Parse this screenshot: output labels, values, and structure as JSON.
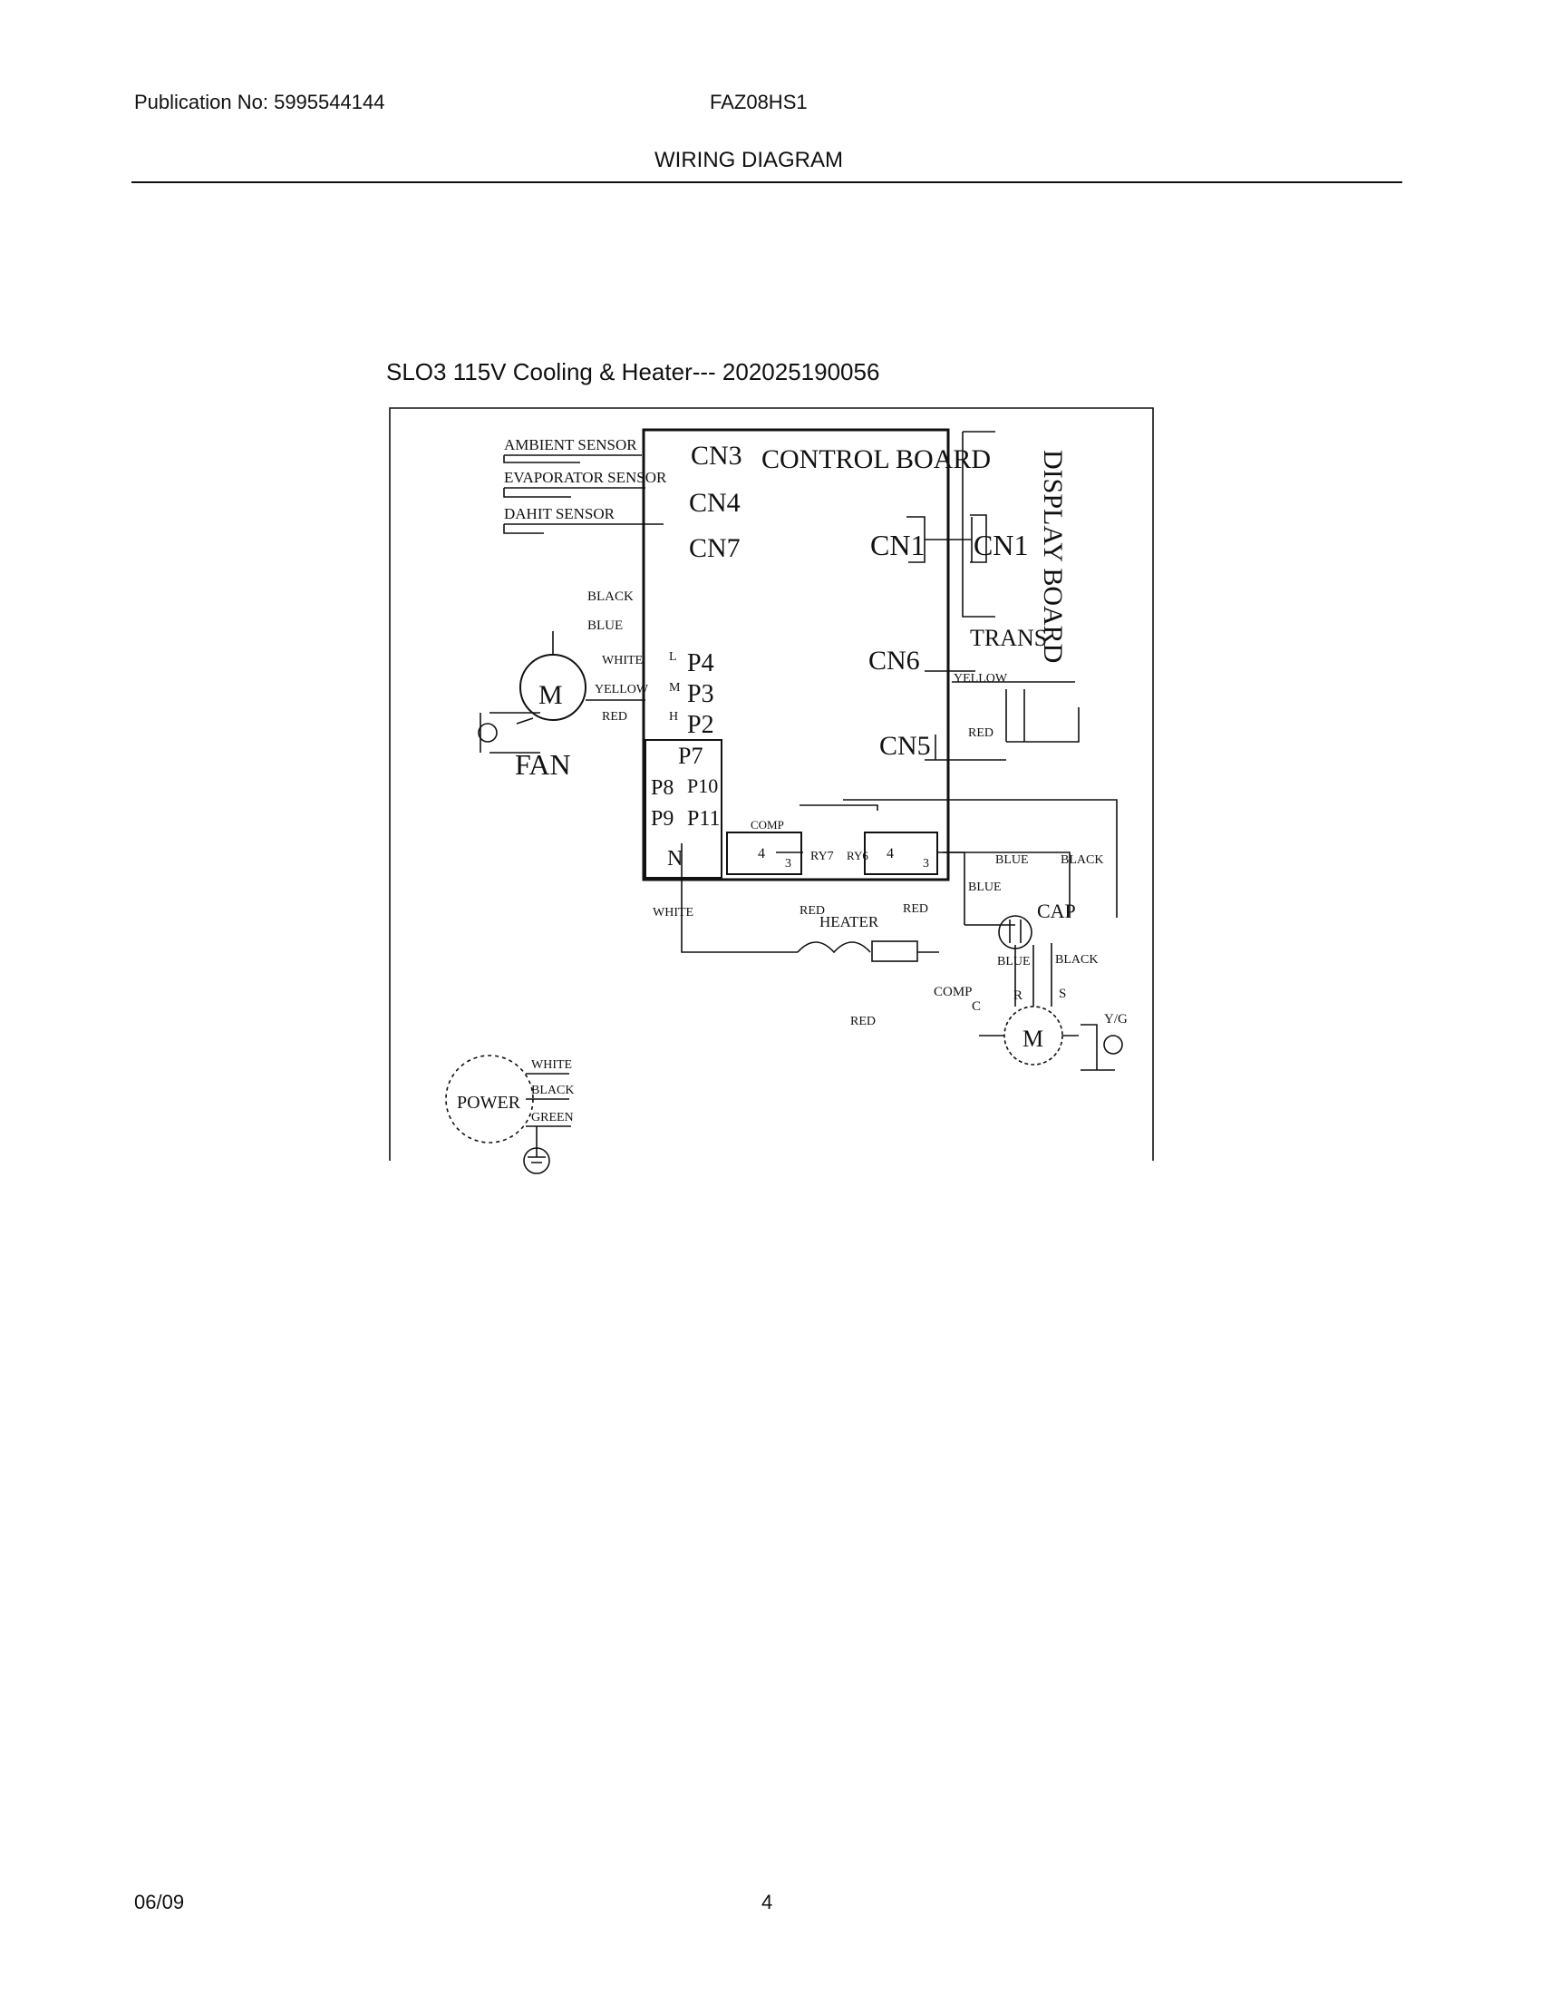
{
  "header": {
    "publication": "Publication No: 5995544144",
    "model": "FAZ08HS1",
    "title": "WIRING DIAGRAM"
  },
  "diagram": {
    "title": "SLO3 115V Cooling & Heater--- 202025190056",
    "sensors": {
      "ambient": "AMBIENT SENSOR",
      "evaporator": "EVAPORATOR SENSOR",
      "dahit": "DAHIT SENSOR"
    },
    "control_board": {
      "label": "CONTROL BOARD",
      "cn3": "CN3",
      "cn4": "CN4",
      "cn7": "CN7",
      "cn1": "CN1",
      "cn6": "CN6",
      "cn5": "CN5",
      "p4": "P4",
      "p3": "P3",
      "p2": "P2",
      "p7": "P7",
      "p8": "P8",
      "p10": "P10",
      "p9": "P9",
      "p11": "P11",
      "n": "N",
      "comp": "COMP",
      "ry7": "RY7",
      "ry6": "RY6",
      "relay_pin_4": "4",
      "relay_pin_3": "3",
      "speed_l": "L",
      "speed_m": "M",
      "speed_h": "H"
    },
    "display_board": {
      "label": "DISPLAY BOARD",
      "cn1": "CN1"
    },
    "trans": {
      "label": "TRANS",
      "yellow": "YELLOW",
      "red": "RED"
    },
    "fan": {
      "label": "FAN",
      "motor": "M",
      "black": "BLACK",
      "blue": "BLUE",
      "white": "WHITE",
      "yellow": "YELLOW",
      "red": "RED"
    },
    "wires": {
      "white": "WHITE",
      "red1": "RED",
      "red2": "RED",
      "red3": "RED",
      "blue1": "BLUE",
      "black1": "BLACK",
      "blue2": "BLUE",
      "blue3": "BLUE",
      "black2": "BLACK"
    },
    "heater": {
      "label": "HEATER"
    },
    "cap": {
      "label": "CAP"
    },
    "compressor": {
      "comp": "COMP",
      "c": "C",
      "r": "R",
      "s": "S",
      "motor": "M",
      "yg": "Y/G"
    },
    "power": {
      "label": "POWER",
      "white": "WHITE",
      "black": "BLACK",
      "green": "GREEN"
    }
  },
  "footer": {
    "date": "06/09",
    "page": "4"
  }
}
